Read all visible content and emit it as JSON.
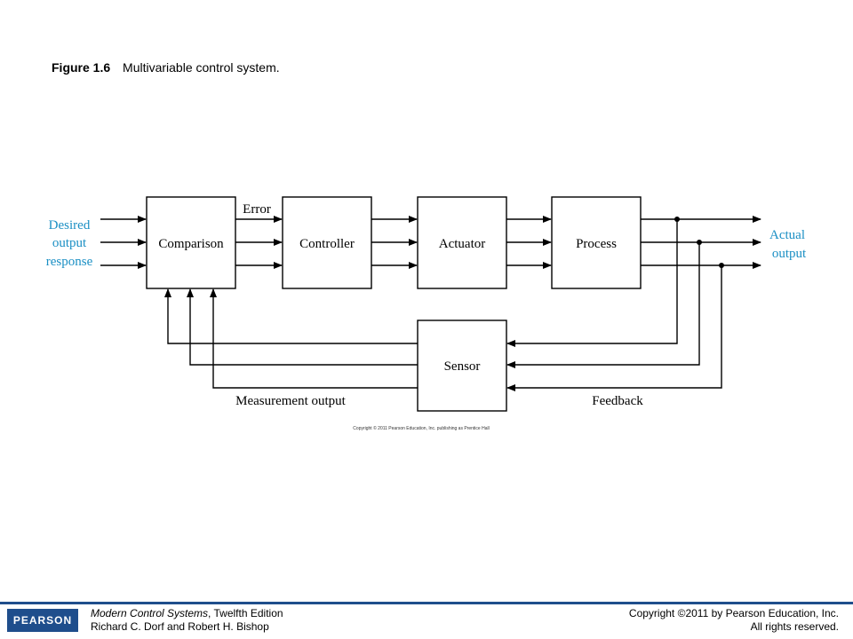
{
  "caption": {
    "figure_number": "Figure 1.6",
    "title": "Multivariable control system."
  },
  "diagram": {
    "blocks": {
      "comparison": "Comparison",
      "controller": "Controller",
      "actuator": "Actuator",
      "process": "Process",
      "sensor": "Sensor"
    },
    "labels": {
      "input_line1": "Desired",
      "input_line2": "output",
      "input_line3": "response",
      "output_line1": "Actual",
      "output_line2": "output",
      "error": "Error",
      "measurement": "Measurement output",
      "feedback": "Feedback"
    },
    "copyright_small": "Copyright © 2011 Pearson Education, Inc. publishing as Prentice Hall",
    "colors": {
      "accent_text": "#1a8fc4",
      "line": "#000000"
    }
  },
  "footer": {
    "logo_text": "PEARSON",
    "book_title": "Modern Control Systems",
    "edition": ", Twelfth Edition",
    "authors": "Richard C. Dorf and Robert H. Bishop",
    "copyright": "Copyright ©2011 by Pearson Education, Inc.",
    "rights": "All rights reserved."
  }
}
